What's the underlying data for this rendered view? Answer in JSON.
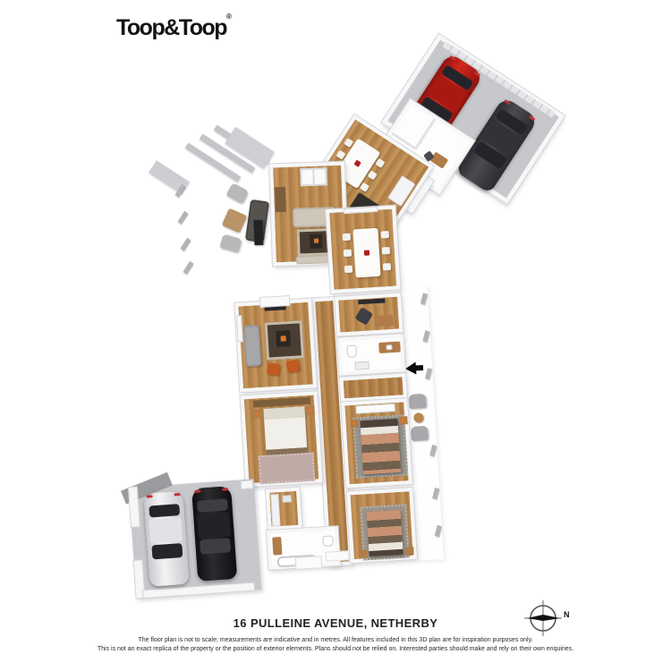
{
  "brand": {
    "logo_text": "Toop&Toop",
    "registered_mark": "®"
  },
  "floorplan": {
    "compass": {
      "label": "N"
    },
    "entry_arrow_icon": "entry-arrow-left",
    "colors": {
      "wood_floor": "#b9884f",
      "garage_floor": "#c7c8cb",
      "wall": "#f7f7f8",
      "accent_chair_orange": "#bf5a20",
      "rug_dark": "#4a3e33"
    },
    "vehicles": [
      {
        "name": "garage-car-red",
        "color": "#c2231c"
      },
      {
        "name": "garage-car-dark-gray",
        "color": "#3a3b40"
      },
      {
        "name": "carport-car-white",
        "color": "#ececee"
      },
      {
        "name": "carport-car-black",
        "color": "#1b1b1e"
      }
    ]
  },
  "footer": {
    "address_title": "16 PULLEINE AVENUE, NETHERBY",
    "disclaimer_line1": "The floor plan is not to scale; measurements are indicative and in metres. All features included in this 3D plan are for inspiration purposes only.",
    "disclaimer_line2": "This is not an exact replica of the property or the position of exterior elements. Plans should not be relied on. Interested parties should make and rely on their own enquiries."
  }
}
